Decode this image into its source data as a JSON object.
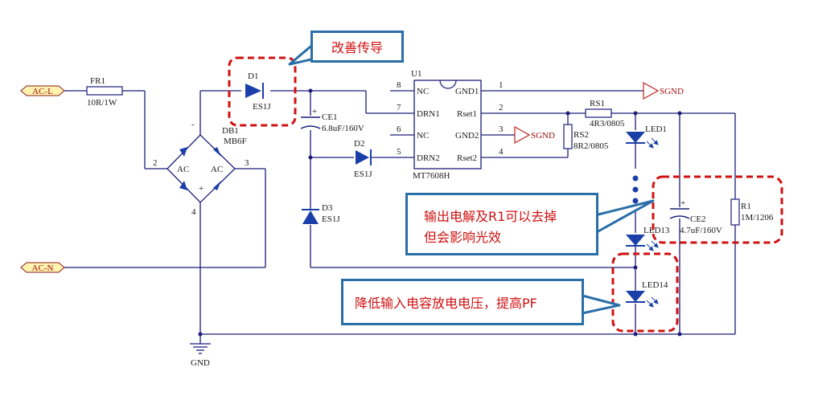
{
  "ports": {
    "ac_l": "AC-L",
    "ac_n": "AC-N",
    "gnd": "GND"
  },
  "fuse": {
    "ref": "FR1",
    "value": "10R/1W"
  },
  "bridge": {
    "ref": "DB1",
    "value": "MB6F",
    "ac1": "AC",
    "ac2": "AC",
    "pin2": "2",
    "pin3": "3",
    "pin4": "4",
    "minus": "-",
    "plus": "+"
  },
  "d1": {
    "ref": "D1",
    "value": "ES1J"
  },
  "d2": {
    "ref": "D2",
    "value": "ES1J"
  },
  "d3": {
    "ref": "D3",
    "value": "ES1J"
  },
  "ce1": {
    "ref": "CE1",
    "value": "6.8uF/160V",
    "plus": "+"
  },
  "ce2": {
    "ref": "CE2",
    "value": "4.7uF/160V",
    "plus": "+"
  },
  "ic": {
    "ref": "U1",
    "part": "MT7608H",
    "left_pins": [
      {
        "num": "8",
        "name": "NC"
      },
      {
        "num": "7",
        "name": "DRN1"
      },
      {
        "num": "6",
        "name": "NC"
      },
      {
        "num": "5",
        "name": "DRN2"
      }
    ],
    "right_pins": [
      {
        "num": "1",
        "name": "GND1"
      },
      {
        "num": "2",
        "name": "Rset1"
      },
      {
        "num": "3",
        "name": "GND2"
      },
      {
        "num": "4",
        "name": "Rset2"
      }
    ]
  },
  "rs1": {
    "ref": "RS1",
    "value": "4R3/0805"
  },
  "rs2": {
    "ref": "RS2",
    "value": "8R2/0805"
  },
  "r1": {
    "ref": "R1",
    "value": "1M/1206"
  },
  "sgnd1": "SGND",
  "sgnd2": "SGND",
  "leds": {
    "led1": "LED1",
    "led13": "LED13",
    "led14": "LED14"
  },
  "callouts": {
    "top": "改善传导",
    "middle_line1": "输出电解及R1可以去掉",
    "middle_line2": "但会影响光效",
    "bottom": "降低输入电容放电电压，提高PF"
  },
  "colors": {
    "wire": "#1c1c7a",
    "diode": "#1a3fa8",
    "callout_border": "#2a6ea8",
    "highlight": "#d01010",
    "port_fill": "#fff3b0",
    "sgnd": "#c02020"
  }
}
